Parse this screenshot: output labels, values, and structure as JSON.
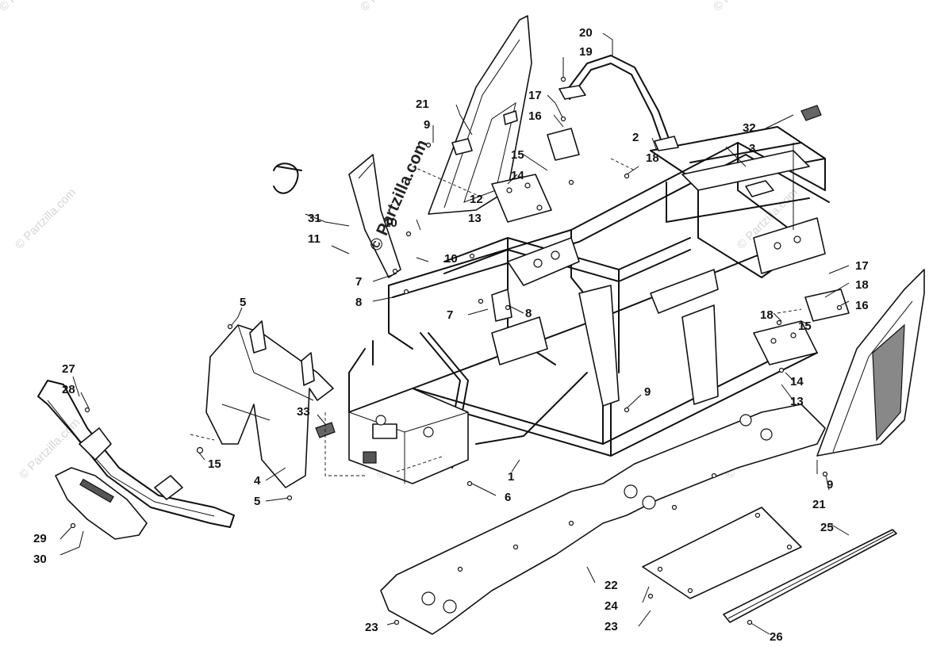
{
  "watermark": {
    "main_text": "© Partzilla.com",
    "repeat_text": "© Partzilla.com"
  },
  "callouts": {
    "c1": "1",
    "c2": "2",
    "c3": "3",
    "c4": "4",
    "c5a": "5",
    "c5b": "5",
    "c6": "6",
    "c7a": "7",
    "c7b": "7",
    "c8a": "8",
    "c8b": "8",
    "c9a": "9",
    "c9b": "9",
    "c9c": "9",
    "c10a": "10",
    "c10b": "10",
    "c11": "11",
    "c12": "12",
    "c13a": "13",
    "c13b": "13",
    "c14a": "14",
    "c14b": "14",
    "c15a": "15",
    "c15b": "15",
    "c15c": "15",
    "c16a": "16",
    "c16b": "16",
    "c17a": "17",
    "c17b": "17",
    "c18a": "18",
    "c18b": "18",
    "c18c": "18",
    "c19": "19",
    "c20": "20",
    "c21a": "21",
    "c21b": "21",
    "c22": "22",
    "c23a": "23",
    "c23b": "23",
    "c24": "24",
    "c25": "25",
    "c26": "26",
    "c27": "27",
    "c28": "28",
    "c29": "29",
    "c30": "30",
    "c31": "31",
    "c32": "32",
    "c33": "33"
  }
}
